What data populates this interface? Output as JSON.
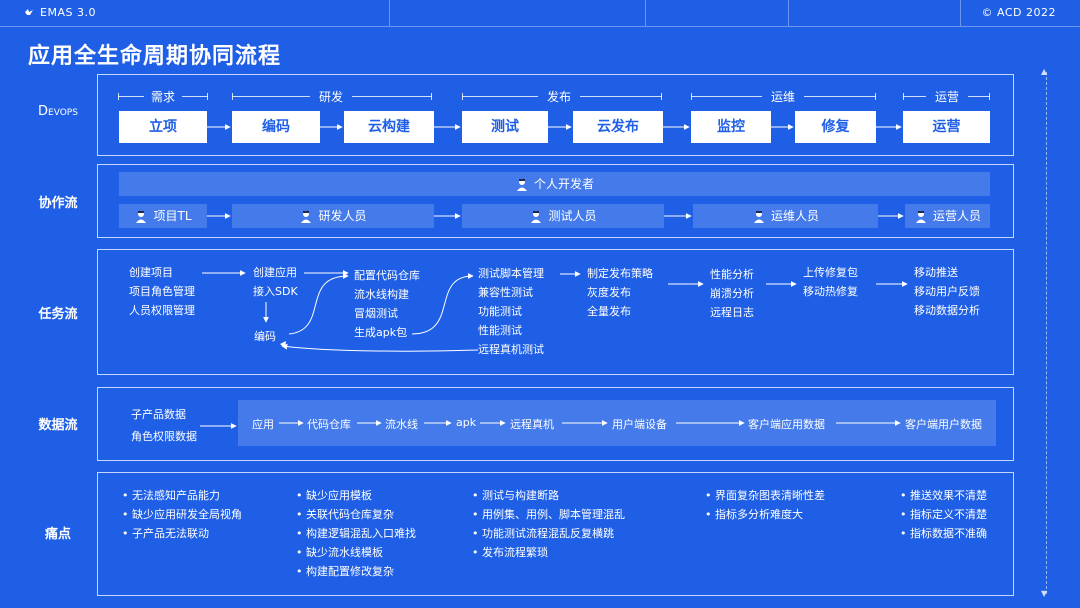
{
  "header": {
    "brand": "EMAS 3.0",
    "copyright": "© ACD 2022"
  },
  "title": "应用全生命周期协同流程",
  "rows": {
    "devops": "Devops",
    "collab": "协作流",
    "task": "任务流",
    "data": "数据流",
    "pain": "痛点"
  },
  "devops": {
    "stages": [
      "需求",
      "研发",
      "发布",
      "运维",
      "运营"
    ],
    "steps": [
      "立项",
      "编码",
      "云构建",
      "测试",
      "云发布",
      "监控",
      "修复",
      "运营"
    ]
  },
  "collab": {
    "top_role": "个人开发者",
    "roles": [
      "项目TL",
      "研发人员",
      "测试人员",
      "运维人员",
      "运营人员"
    ]
  },
  "task": {
    "g1": [
      "创建项目",
      "项目角色管理",
      "人员权限管理"
    ],
    "g2": [
      "创建应用",
      "接入SDK"
    ],
    "g2b": "编码",
    "g3": [
      "配置代码仓库",
      "流水线构建",
      "冒烟测试",
      "生成apk包"
    ],
    "g4": [
      "测试脚本管理",
      "兼容性测试",
      "功能测试",
      "性能测试",
      "远程真机测试"
    ],
    "g5": [
      "制定发布策略",
      "灰度发布",
      "全量发布"
    ],
    "g6": [
      "性能分析",
      "崩溃分析",
      "远程日志"
    ],
    "g7": [
      "上传修复包",
      "移动热修复"
    ],
    "g8": [
      "移动推送",
      "移动用户反馈",
      "移动数据分析"
    ]
  },
  "dataflow": {
    "sources": [
      "子产品数据",
      "角色权限数据"
    ],
    "chain": [
      "应用",
      "代码仓库",
      "流水线",
      "apk",
      "远程真机",
      "用户端设备",
      "客户端应用数据",
      "客户端用户数据"
    ]
  },
  "pain": {
    "c1": [
      "• 无法感知产品能力",
      "• 缺少应用研发全局视角",
      "• 子产品无法联动"
    ],
    "c2": [
      "• 缺少应用模板",
      "• 关联代码仓库复杂",
      "• 构建逻辑混乱入口难找",
      "• 缺少流水线模板",
      "• 构建配置修改复杂"
    ],
    "c3": [
      "• 测试与构建断路",
      "• 用例集、用例、脚本管理混乱",
      "• 功能测试流程混乱反复横跳",
      "• 发布流程繁琐"
    ],
    "c4": [
      "• 界面复杂图表清晰性差",
      "• 指标多分析难度大"
    ],
    "c5": [
      "• 推送效果不清楚",
      "• 指标定义不清楚",
      "• 指标数据不准确"
    ]
  },
  "colors": {
    "background": "#1f5fe6",
    "box": "#ffffff",
    "accent": "#1f5fe6"
  },
  "icons": {
    "brand": "bird-logo-icon",
    "avatar": "person-avatar-icon",
    "arrow": "arrow-right-icon"
  }
}
